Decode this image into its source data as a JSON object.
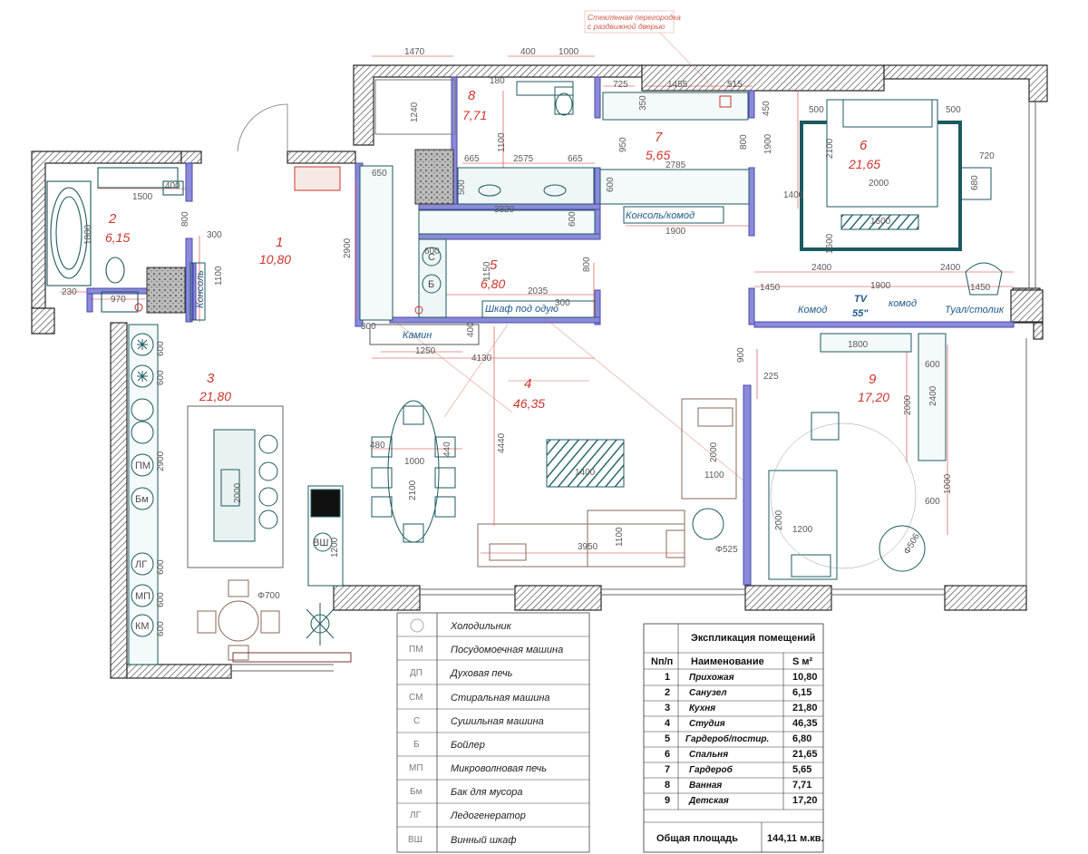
{
  "rooms": [
    {
      "num": "1",
      "area": "10,80"
    },
    {
      "num": "2",
      "area": "6,15"
    },
    {
      "num": "3",
      "area": "21,80"
    },
    {
      "num": "4",
      "area": "46,35"
    },
    {
      "num": "5",
      "area": "6,80"
    },
    {
      "num": "6",
      "area": "21,65"
    },
    {
      "num": "7",
      "area": "5,65"
    },
    {
      "num": "8",
      "area": "7,71"
    },
    {
      "num": "9",
      "area": "17,20"
    }
  ],
  "furniture_labels": {
    "console": "Консоль",
    "console_komod": "Консоль/комод",
    "shkaf_pod_odyu": "Шкаф под одую",
    "kamin": "Камин",
    "komod_left": "Комод",
    "tv": "TV",
    "tv_size": "55\"",
    "komod_mid": "комод",
    "tual": "Туал/столик"
  },
  "appliance_codes": [
    "ПМ",
    "Бм",
    "ЛГ",
    "МП",
    "КМ",
    "ВШ",
    "С",
    "Б"
  ],
  "note": {
    "line1": "Стеклянная перегородка",
    "line2": "с раздвижной дверью"
  },
  "dims": {
    "d1470": "1470",
    "d400a": "400",
    "d1000a": "1000",
    "d180": "180",
    "d725": "725",
    "d1455": "1455",
    "d515": "515",
    "d1240": "1240",
    "d1100a": "1100",
    "d950": "950",
    "d350": "350",
    "d450": "450",
    "d800a": "800",
    "d1900a": "1900",
    "d665a": "665",
    "d2575": "2575",
    "d665b": "665",
    "d2785": "2785",
    "d500a": "500",
    "d600a": "600",
    "d1400a": "1400",
    "d3320": "3320",
    "d600b": "600",
    "d1900b": "1900",
    "d2100a": "2100",
    "d2000a": "2000",
    "d720": "720",
    "d680": "680",
    "d1600a": "1600",
    "d500b": "500",
    "d500c": "500",
    "d650": "650",
    "d2900a": "2900",
    "d600c": "600",
    "d800b": "800",
    "d1150": "1150",
    "d2035": "2035",
    "d300a": "300",
    "d300b": "300",
    "d1250": "1250",
    "d4130": "4130",
    "d400b": "400",
    "d1500": "1500",
    "d400c": "400",
    "d1800a": "1800",
    "d800c": "800",
    "d300c": "300",
    "d1100b": "1100",
    "d970": "970",
    "d230": "230",
    "d2400a": "2400",
    "d1900c": "1900",
    "d2400b": "2400",
    "d1600b": "1600",
    "d1450a": "1450",
    "d1450b": "1450",
    "d900": "900",
    "d225": "225",
    "d1800b": "1800",
    "d600d": "600",
    "d2400c": "2400",
    "d2000b": "2000",
    "d1000b": "1000",
    "d600e": "600",
    "d2000c": "2000",
    "d1100c": "1100",
    "d2000d": "2000",
    "d1200a": "1200",
    "d525": "Φ525",
    "d506": "Φ506",
    "d4440": "4440",
    "d1400b": "1400",
    "d3950": "3950",
    "d1100d": "1100",
    "d480": "480",
    "d1000c": "1000",
    "d440": "440",
    "d2100b": "2100",
    "d2000e": "2000",
    "d2900b": "2900",
    "d600f": "600",
    "d600g": "600",
    "d600h": "600",
    "d600i": "600",
    "d600j": "600",
    "d700": "Φ700",
    "d1200b": "1200"
  },
  "legend": {
    "rows": [
      {
        "code": "",
        "text": "Холодильник"
      },
      {
        "code": "ПМ",
        "text": "Посудомоечная машина"
      },
      {
        "code": "ДП",
        "text": "Духовая печь"
      },
      {
        "code": "СМ",
        "text": "Стиральная машина"
      },
      {
        "code": "С",
        "text": "Сушильная машина"
      },
      {
        "code": "Б",
        "text": "Бойлер"
      },
      {
        "code": "МП",
        "text": "Микроволновая печь"
      },
      {
        "code": "Бм",
        "text": "Бак для мусора"
      },
      {
        "code": "ЛГ",
        "text": "Ледогенератор"
      },
      {
        "code": "ВШ",
        "text": "Винный шкаф"
      }
    ]
  },
  "explication": {
    "title": "Экспликация помещений",
    "col_num": "Nп/п",
    "col_name": "Наименование",
    "col_area": "S м²",
    "rows": [
      {
        "n": "1",
        "name": "Прихожая",
        "s": "10,80"
      },
      {
        "n": "2",
        "name": "Санузел",
        "s": "6,15"
      },
      {
        "n": "3",
        "name": "Кухня",
        "s": "21,80"
      },
      {
        "n": "4",
        "name": "Студия",
        "s": "46,35"
      },
      {
        "n": "5",
        "name": "Гардероб/постир.",
        "s": "6,80"
      },
      {
        "n": "6",
        "name": "Спальня",
        "s": "21,65"
      },
      {
        "n": "7",
        "name": "Гардероб",
        "s": "5,65"
      },
      {
        "n": "8",
        "name": "Ванная",
        "s": "7,71"
      },
      {
        "n": "9",
        "name": "Детская",
        "s": "17,20"
      }
    ],
    "total_label": "Общая площадь",
    "total_value": "144,11 м.кв."
  },
  "colors": {
    "wall": "#2a2a2a",
    "teal": "#1c5a60",
    "accent_blue": "#6a6ad0",
    "dim_red": "#d0342c",
    "furniture_brown": "#8a6a5a"
  }
}
